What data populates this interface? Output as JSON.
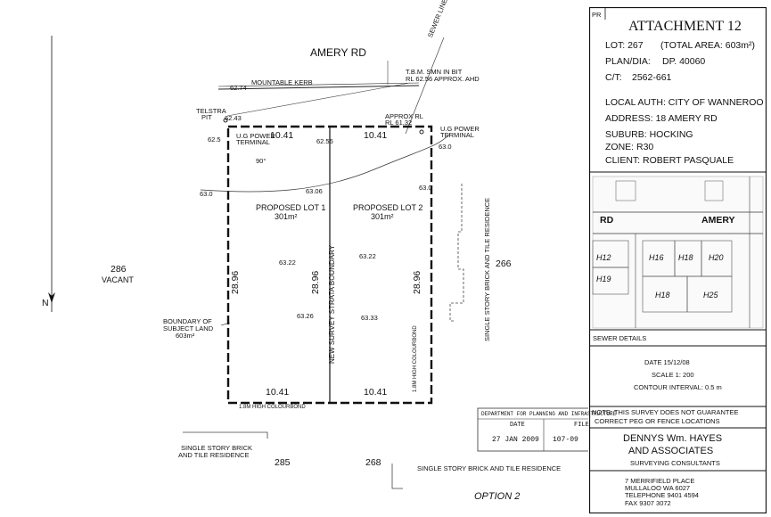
{
  "attachment": {
    "pr": "PR",
    "title": "ATTACHMENT 12"
  },
  "lot_info": {
    "lot": "LOT: 267",
    "total_area": "(TOTAL AREA: 603m²)",
    "plan": "PLAN/DIA:",
    "plan_no": "DP. 40060",
    "ct": "C/T:",
    "ct_no": "2562-661",
    "local_auth": "LOCAL AUTH: CITY OF WANNEROO",
    "address": "ADDRESS:  18 AMERY RD",
    "suburb": "SUBURB:   HOCKING",
    "zone": "ZONE:  R30",
    "client": "CLIENT:  ROBERT PASQUALE"
  },
  "sewer": {
    "caption": "SEWER DETAILS",
    "street": "RD",
    "street2": "AMERY",
    "lots": [
      "H16",
      "H18",
      "H20",
      "H12",
      "H19",
      "H18",
      "H25"
    ]
  },
  "details": {
    "date": "DATE  15/12/08",
    "scale": "SCALE 1:   200",
    "contour": "CONTOUR INTERVAL:  0.5  m",
    "note1": "NOTE: THIS SURVEY DOES NOT GUARANTEE",
    "note2": "CORRECT PEG OR FENCE LOCATIONS"
  },
  "company": {
    "name1": "DENNYS Wm. HAYES",
    "name2": "AND ASSOCIATES",
    "tagline": "SURVEYING CONSULTANTS",
    "addr1": "7 MERRIFIELD PLACE",
    "addr2": "MULLALOO  WA  6027",
    "tel": "TELEPHONE 9401 4594",
    "fax": "FAX        9307 3072"
  },
  "stamp": {
    "dept": "DEPARTMENT FOR PLANNING AND INFRASTRUCTURE",
    "date_label": "DATE",
    "file_label": "FILE",
    "date_value": "27 JAN 2009",
    "file_value": "107-09"
  },
  "site": {
    "road": "AMERY RD",
    "tbm": "T.B.M. SMN IN BIT",
    "tbm_rl": "RL 62.56 APPROX. AHD",
    "sewer_line": "SEWER LINE",
    "telstra": "TELSTRA",
    "telstra2": "PIT",
    "ug_power_left": "U.G POWER",
    "ug_power_left2": "TERMINAL",
    "ug_power_right": "U.G POWER",
    "ug_power_right2": "TERMINAL",
    "approx_rl": "APPROX RL",
    "approx_rl2": "RL 61.32",
    "mountable_kerb": "MOUNTABLE KERB",
    "lot1": "PROPOSED LOT 1",
    "lot1_area": "301m²",
    "lot2": "PROPOSED LOT 2",
    "lot2_area": "301m²",
    "strata": "NEW SURVEY STRATA BOUNDARY",
    "dim_top_left": "10.41",
    "dim_top_right": "10.41",
    "dim_bot_left": "10.41",
    "dim_bot_right": "10.41",
    "dim_left": "28.96",
    "dim_mid": "28.96",
    "dim_right": "28.96",
    "lot286": "286",
    "vacant": "VACANT",
    "lot266": "266",
    "lot285": "285",
    "lot268": "268",
    "boundary1": "BOUNDARY OF",
    "boundary2": "SUBJECT LAND",
    "boundary3": "603m²",
    "north": "N",
    "residence_right": "SINGLE STORY BRICK AND TILE RESIDENCE",
    "residence_bl1": "SINGLE STORY BRICK",
    "residence_bl2": "AND TILE RESIDENCE",
    "residence_br": "SINGLE STORY BRICK AND TILE RESIDENCE",
    "fence_bottom": "1.8M HIGH COLOURBOND",
    "fence_right": "1.8M HIGH COLOURBOND",
    "option": "OPTION 2",
    "contour_left": "62.5",
    "contour_left2": "63.0",
    "contour_right": "63.0",
    "contour_mid": "63.0",
    "spot_levels": [
      "63.22",
      "63.22",
      "63.26",
      "63.33",
      "63.06",
      "62.43",
      "62.74",
      "62.55"
    ],
    "angle": "90°"
  }
}
